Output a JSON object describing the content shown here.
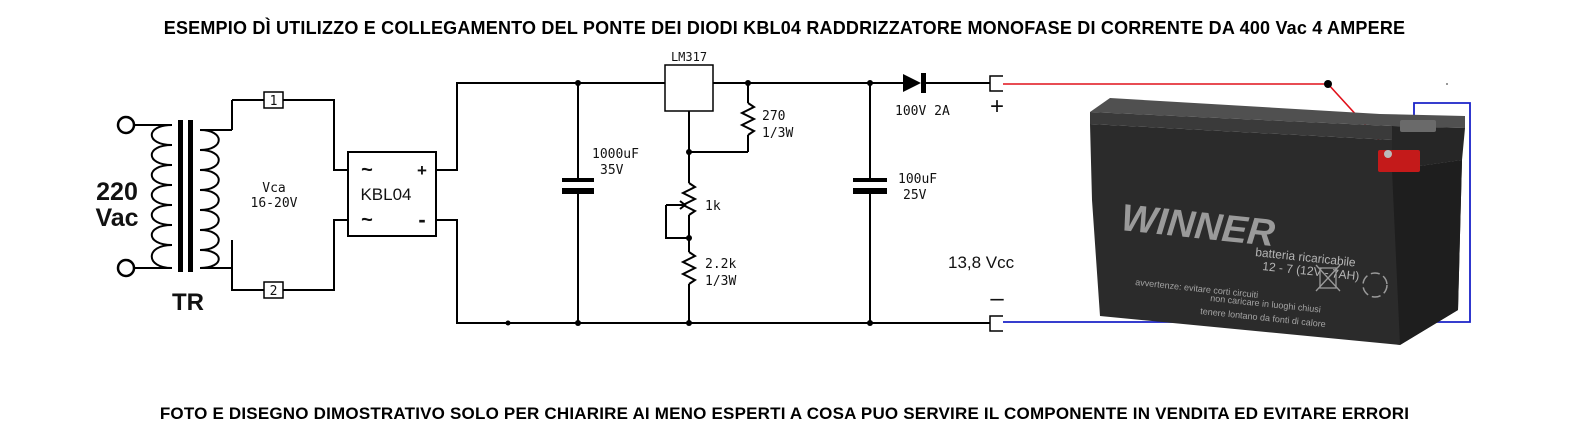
{
  "header": {
    "title": "ESEMPIO DÌ UTILIZZO E COLLEGAMENTO DEL PONTE DEI DIODI KBL04 RADDRIZZATORE MONOFASE DI CORRENTE DA 400 Vac 4 AMPERE"
  },
  "footer": {
    "note": "FOTO E DISEGNO DIMOSTRATIVO SOLO PER CHIARIRE AI MENO ESPERTI A COSA PUO SERVIRE IL COMPONENTE IN VENDITA ED EVITARE ERRORI"
  },
  "transformer": {
    "input_voltage": "220",
    "input_unit": "Vac",
    "label": "TR",
    "secondary_label_1": "Vca",
    "secondary_label_2": "16-20V",
    "terminal_1": "1",
    "terminal_2": "2"
  },
  "bridge": {
    "name": "KBL04",
    "ac_symbol": "~",
    "plus": "+",
    "minus": "-"
  },
  "capacitor_1": {
    "value": "1000uF",
    "voltage": "35V"
  },
  "regulator": {
    "name": "LM317"
  },
  "resistor_270": {
    "value": "270",
    "power": "1/3W"
  },
  "trimmer": {
    "value": "1k"
  },
  "resistor_2k2": {
    "value": "2.2k",
    "power": "1/3W"
  },
  "capacitor_2": {
    "value": "100uF",
    "voltage": "25V"
  },
  "diode": {
    "rating": "100V  2A"
  },
  "output": {
    "plus": "+",
    "minus": "–",
    "voltage": "13,8 Vcc"
  },
  "battery": {
    "brand": "WINNER",
    "type": "batteria ricaricabile",
    "spec": "12 - 7  (12V - 7AH)",
    "warning_1": "avvertenze: evitare corti circuiti",
    "warning_2": "non caricare in luoghi chiusi",
    "warning_3": "tenere lontano da fonti di calore"
  },
  "colors": {
    "positive_wire": "#e0101a",
    "negative_wire": "#1a22c8",
    "battery_body": "#2b2b2b",
    "terminal": "#c41a1a"
  }
}
